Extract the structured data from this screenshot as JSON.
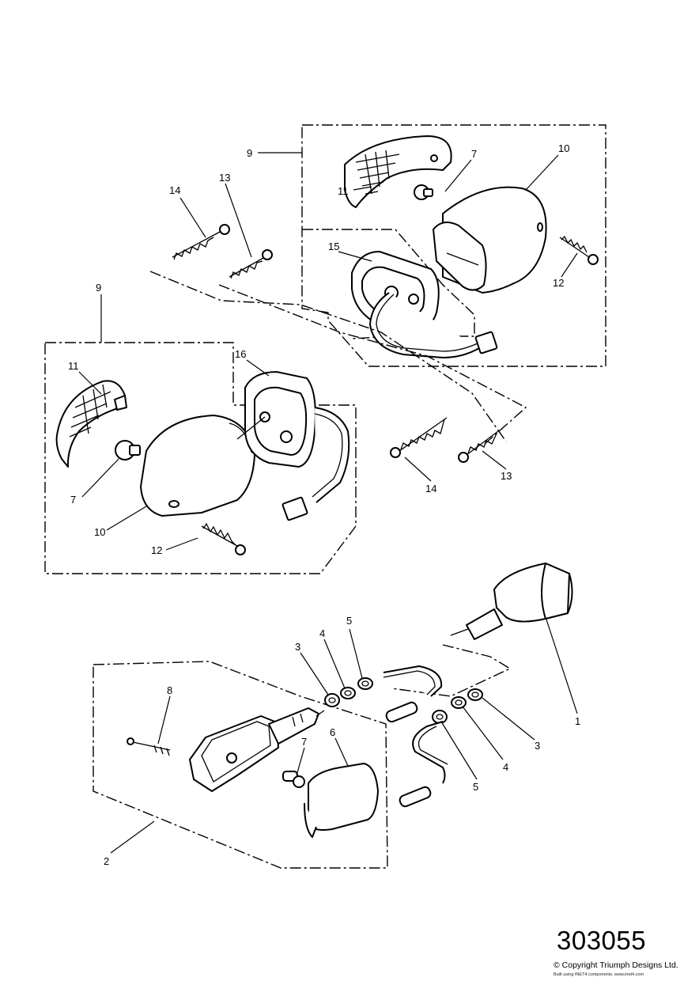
{
  "diagram": {
    "drawing_number": "303055",
    "copyright": "© Copyright Triumph Designs Ltd.",
    "built_with": "Built using INET4 components. www.inet4.com",
    "callouts": {
      "c1": "1",
      "c2": "2",
      "c3a": "3",
      "c3b": "3",
      "c4a": "4",
      "c4b": "4",
      "c5a": "5",
      "c5b": "5",
      "c6": "6",
      "c7a": "7",
      "c7b": "7",
      "c7c": "7",
      "c8": "8",
      "c9a": "9",
      "c9b": "9",
      "c10a": "10",
      "c10b": "10",
      "c11a": "11",
      "c11b": "11",
      "c12a": "12",
      "c12b": "12",
      "c13a": "13",
      "c13b": "13",
      "c14a": "14",
      "c14b": "14",
      "c15": "15",
      "c16": "16"
    }
  }
}
